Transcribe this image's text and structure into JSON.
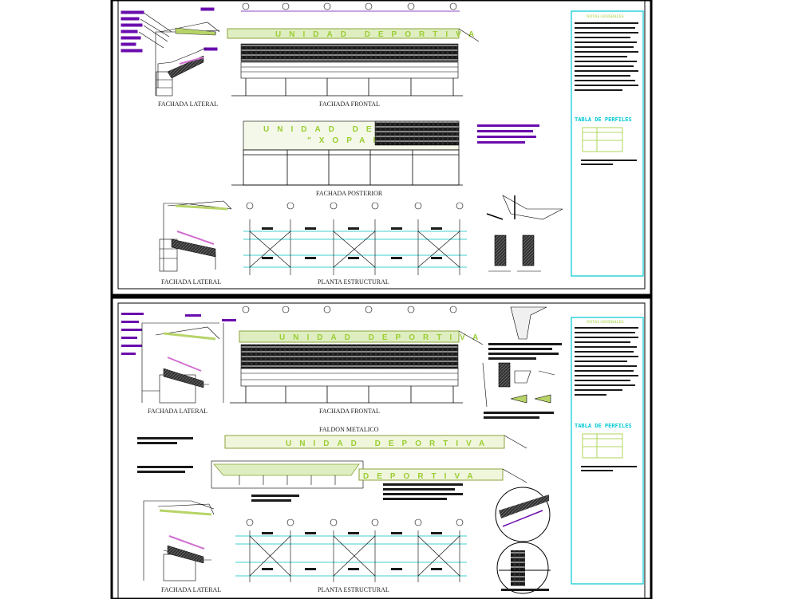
{
  "colors": {
    "background": "#ffffff",
    "frame": "#000000",
    "accent_green": "#b8d468",
    "banner_text": "#9acd32",
    "purple": "#6a0dad",
    "cyan": "#00c8d2",
    "grid_line": "#00bfbf",
    "dark": "#1a1a1a"
  },
  "sheet1": {
    "captions": {
      "fachada_lateral_1": "FACHADA LATERAL",
      "fachada_frontal": "FACHADA FRONTAL",
      "fachada_posterior": "FACHADA POSTERIOR",
      "fachada_lateral_2": "FACHADA LATERAL",
      "planta_estructural": "PLANTA ESTRUCTURAL"
    },
    "banner_front": "UNIDAD DEPORTIVA",
    "banner_rear_line1": "UNIDAD DEPORT",
    "banner_rear_line2": "\"XOPANTLA",
    "notes_title": "NOTAS GENERALES",
    "profiles_title": "TABLA DE PERFILES"
  },
  "sheet2": {
    "captions": {
      "fachada_lateral_1": "FACHADA LATERAL",
      "fachada_frontal": "FACHADA FRONTAL",
      "faldon": "FALDON METALICO",
      "fachada_lateral_2": "FACHADA LATERAL",
      "planta_estructural": "PLANTA ESTRUCTURAL"
    },
    "banner_front": "UNIDAD DEPORTIVA",
    "banner_faldon": "UNIDAD DEPORTIVA",
    "banner_faldon2": "DEPORTIVA",
    "notes_title": "NOTAS GENERALES",
    "profiles_title": "TABLA DE PERFILES"
  }
}
